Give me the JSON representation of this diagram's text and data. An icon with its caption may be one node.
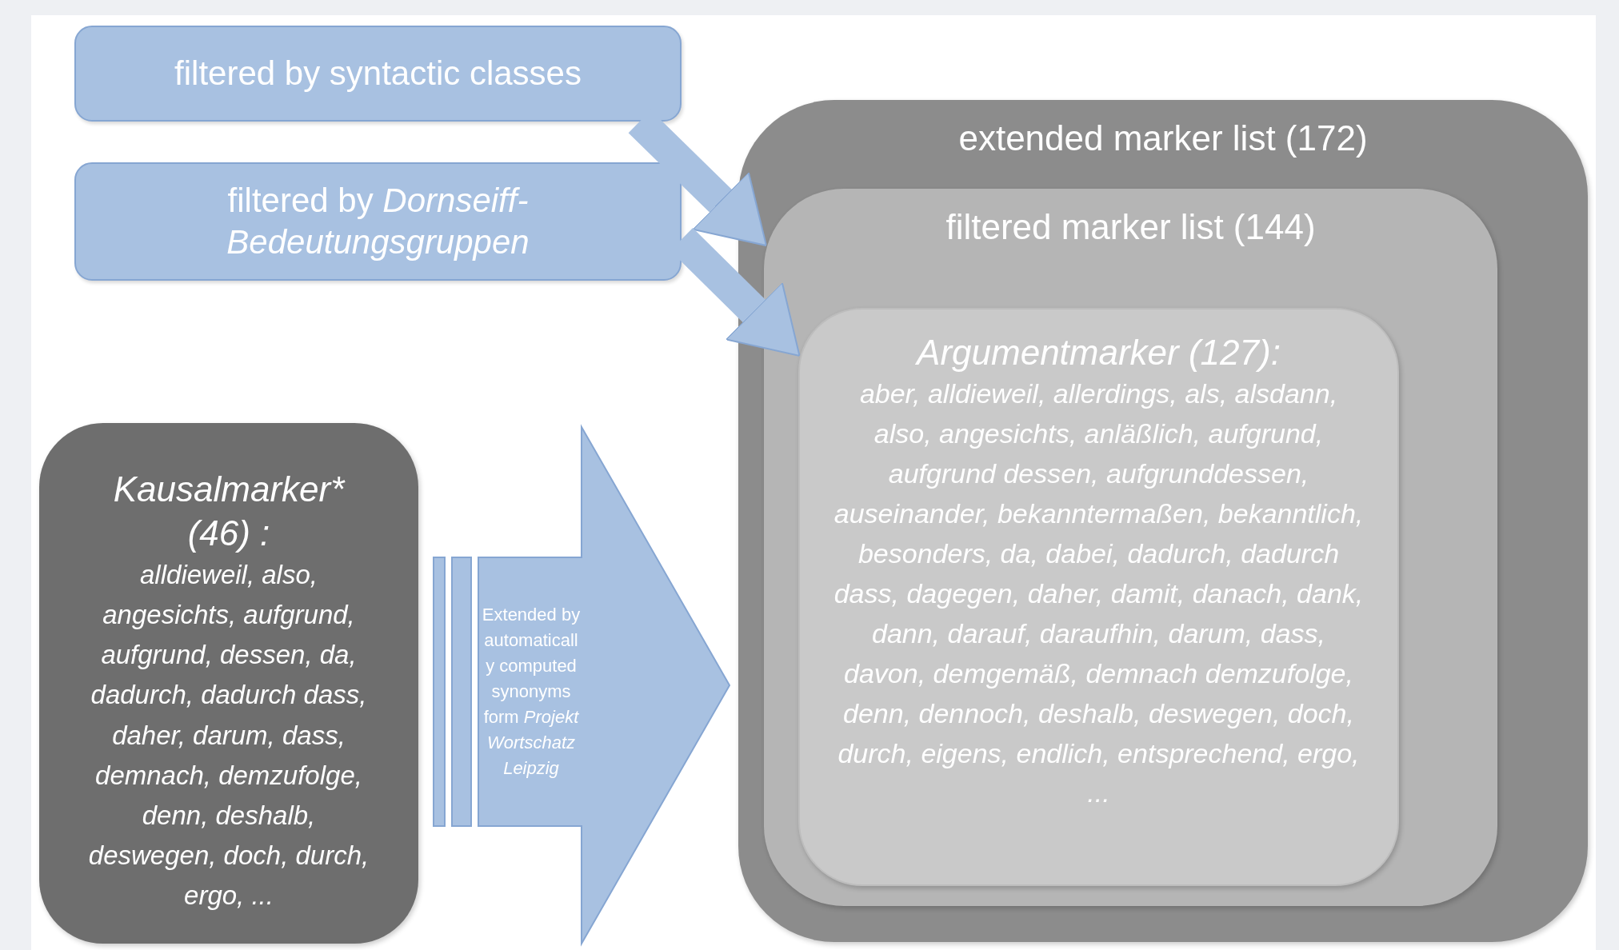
{
  "diagram": {
    "nodes": [
      {
        "text": [
          "filtered by syntactic classes"
        ]
      },
      {
        "text": [
          "filtered by *Dornseiff- Bedeutungsgruppen*"
        ]
      },
      {
        "text": [
          "extended marker list (172)"
        ]
      },
      {
        "text": [
          "filtered marker list (144)"
        ],
        "in": 2
      },
      {
        "text": [
          "Argumentmarker (127):",
          "aber, alldieweil, allerdings, als, alsdann, also, angesichts, anläßlich, aufgrund, aufgrund dessen, aufgrunddessen, auseinander, bekanntermaßen, bekanntlich, besonders, da, dabei, dadurch, dadurch dass, dagegen, daher, damit, danach, dank, dann, darauf, daraufhin, darum, dass, davon, demgemäß, demnach demzufolge, denn, dennoch, deshalb, deswegen, doch, durch, eigens, endlich, entsprechend, ergo, ..."
        ],
        "in": 3
      },
      {
        "text": [
          "Kausalmarker* (46) :",
          "alldieweil, also, angesichts, aufgrund, aufgrund, dessen, da, dadurch, dadurch dass, daher, darum, dass, demnach, demzufolge, denn, deshalb, deswegen, doch, durch, ergo, ..."
        ]
      },
      {
        "text": [
          "Extended by automaticall y computed synonyms form *Projekt Wortschatz Leipzig*"
        ]
      }
    ],
    "edges": [
      {
        "from": 0,
        "to": 3,
        "arrow": "to"
      },
      {
        "from": 1,
        "to": 4,
        "arrow": "to"
      }
    ]
  }
}
